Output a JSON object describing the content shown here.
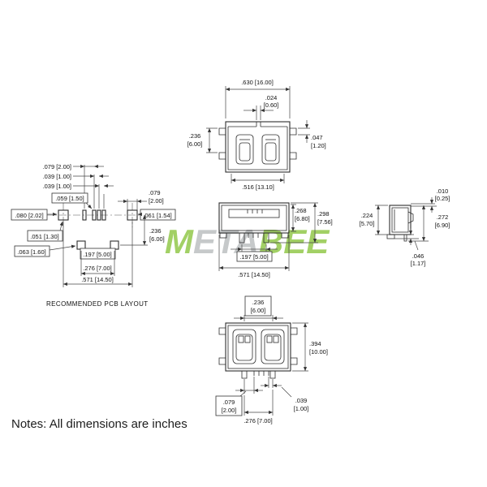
{
  "notes": "Notes: All dimensions are inches",
  "watermark": {
    "part1": "M",
    "part2": "ETA",
    "part3": "BEE"
  },
  "top_view": {
    "width": ".630 [16.00]",
    "gap_in": ".024",
    "gap_mm": "[0.60]",
    "height_in": ".236",
    "height_mm": "[6.00]",
    "tab_in": ".047",
    "tab_mm": "[1.20]",
    "inner_width": ".516 [13.10]"
  },
  "front_view": {
    "shell_in": ".268",
    "shell_mm": "[6.80]",
    "total_in": ".298",
    "total_mm": "[7.56]",
    "leg_span": ".197 [5.00]",
    "width": ".571 [14.50]"
  },
  "side_view": {
    "clearance_in": ".010",
    "clearance_mm": "[0.25]",
    "body_in": ".224",
    "body_mm": "[5.70]",
    "height_in": ".272",
    "height_mm": "[6.90]",
    "foot_in": ".046",
    "foot_mm": "[1.17]"
  },
  "pcb_layout": {
    "caption": "RECOMMENDED PCB LAYOUT",
    "pin_pitch_1": ".079 [2.00]",
    "pin_pitch_2": ".039 [1.00]",
    "pin_pitch_3": ".039 [1.00]",
    "pad_size": ".059 [1.50]",
    "hole_width_in": ".079",
    "hole_width_mm": "[2.00]",
    "hole_left": ".080 [2.02]",
    "hole_right": ".061 [1.54]",
    "offset": ".051 [1.30]",
    "row_span_in": ".236",
    "row_span_mm": "[6.00]",
    "hole_lower": ".063 [1.60]",
    "leg_span": ".197 [5.00]",
    "leg_width": ".276 [7.00]",
    "hole_span": ".571 [14.50]"
  },
  "bottom_view": {
    "slot_span_in": ".236",
    "slot_span_mm": "[6.00]",
    "depth_in": ".394",
    "depth_mm": "[10.00]",
    "pin_offset_in": ".079",
    "pin_offset_mm": "[2.00]",
    "pin_gap_in": ".039",
    "pin_gap_mm": "[1.00]",
    "leg_span": ".276 [7.00]"
  }
}
